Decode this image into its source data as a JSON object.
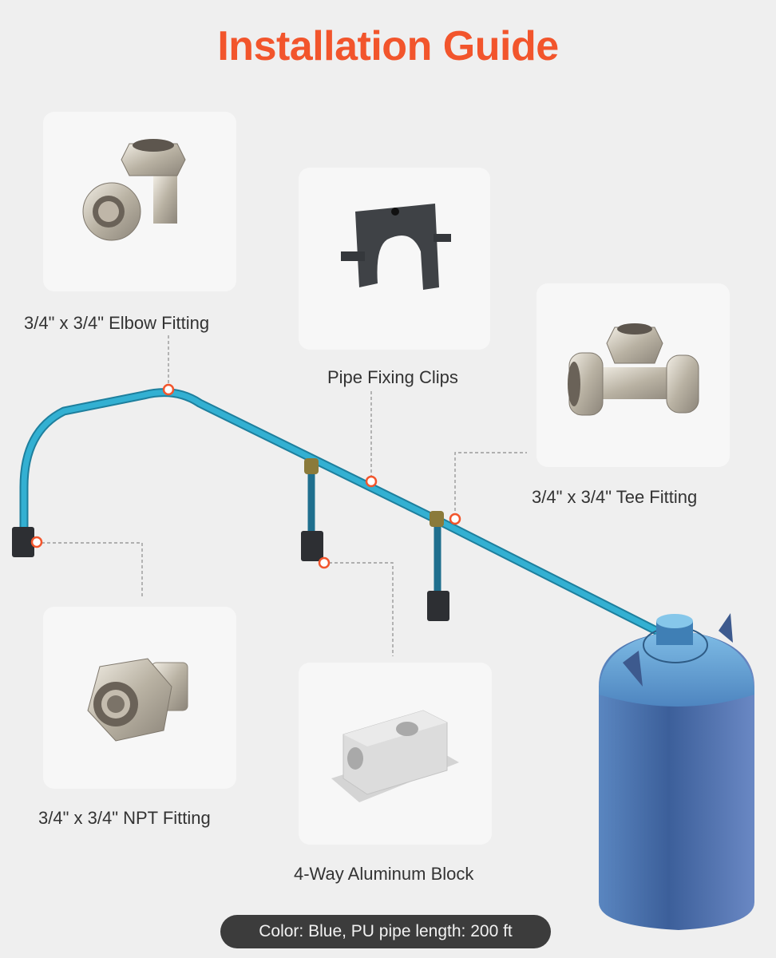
{
  "title": "Installation Guide",
  "accent_color": "#f2552c",
  "pipe_color": "#2ba3c7",
  "components": [
    {
      "label": "3/4\" x 3/4\" Elbow Fitting",
      "icon": "elbow-fitting-icon"
    },
    {
      "label": "Pipe Fixing Clips",
      "icon": "pipe-clip-icon"
    },
    {
      "label": "3/4\" x 3/4\" Tee Fitting",
      "icon": "tee-fitting-icon"
    },
    {
      "label": "3/4\" x 3/4\" NPT Fitting",
      "icon": "npt-fitting-icon"
    },
    {
      "label": "4-Way Aluminum Block",
      "icon": "aluminum-block-icon"
    }
  ],
  "footer_badge": "Color: Blue, PU pipe length: 200 ft"
}
